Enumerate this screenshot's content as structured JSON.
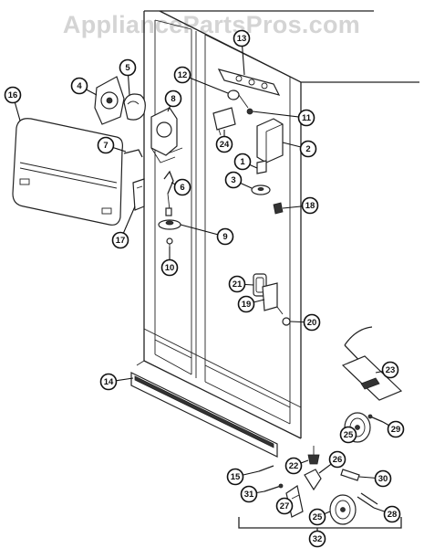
{
  "watermark": "AppliancePartsPros.com",
  "callouts": [
    "1",
    "2",
    "3",
    "4",
    "5",
    "6",
    "7",
    "8",
    "9",
    "10",
    "11",
    "12",
    "13",
    "14",
    "15",
    "16",
    "17",
    "18",
    "19",
    "20",
    "21",
    "22",
    "23",
    "24",
    "25",
    "25",
    "26",
    "27",
    "28",
    "29",
    "30",
    "31",
    "32"
  ]
}
